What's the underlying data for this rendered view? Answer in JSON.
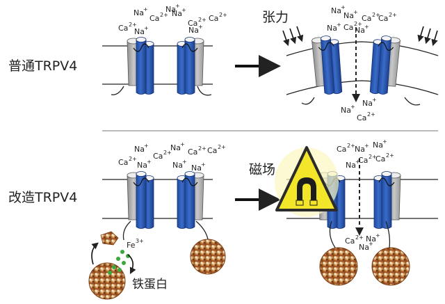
{
  "labels": {
    "normal": "普通TRPV4",
    "modified": "改造TRPV4",
    "tension": "张力",
    "magnetic": "磁场",
    "ferritin": "铁蛋白",
    "fe": "Fe",
    "fe_charge": "3+"
  },
  "ions": {
    "na": "Na",
    "ca": "Ca",
    "na_charge": "+",
    "ca_charge": "2+"
  },
  "colors": {
    "channel_blue": "#2f5fb5",
    "channel_grey": "#b4b4b4",
    "membrane": "#222222",
    "warning_yellow": "#f3e52a",
    "ferritin_brown": "#a8652c",
    "iron_green": "#3aa83a"
  },
  "icons": {
    "force_arrows": "triple-down-arrow-icon",
    "warning_sign": "magnet-warning-sign-icon"
  }
}
